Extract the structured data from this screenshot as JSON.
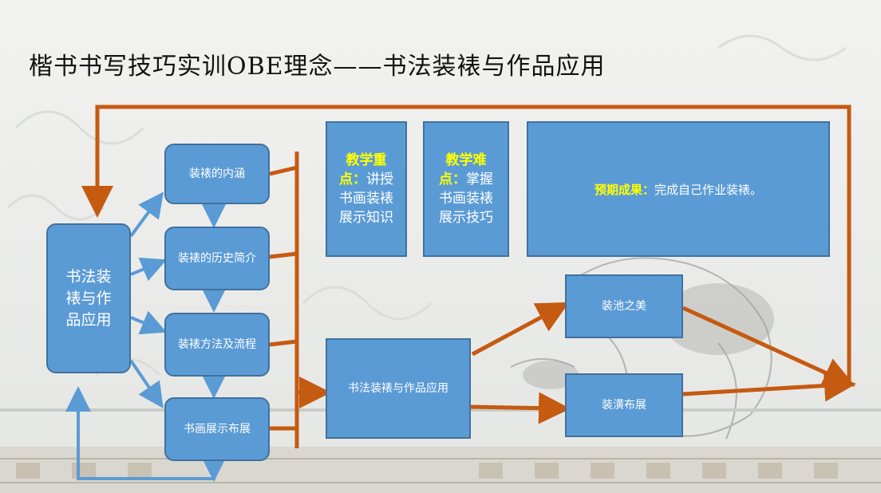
{
  "title": "楷书书写技巧实训OBE理念——书法装裱与作品应用",
  "center_node": "书法装\n裱与作\n品应用",
  "steps": [
    "装裱的内涵",
    "装裱的历史简介",
    "装裱方法及流程",
    "书画展示布展"
  ],
  "middle_node": "书法装裱与作品应用",
  "outcomes": [
    "装池之美",
    "装潢布展"
  ],
  "key_point": {
    "label": "教学重点：",
    "text": "讲授书画装裱展示知识"
  },
  "difficult_point": {
    "label": "教学难点：",
    "text": "掌握书画装裱展示技巧"
  },
  "expected_result": {
    "label": "预期成果：",
    "text": "完成自己作业装裱。"
  },
  "colors": {
    "box_fill": "#5b9bd5",
    "box_border": "#41719c",
    "arrow_orange": "#c55a11",
    "arrow_blue": "#5b9bd5",
    "highlight": "#ffff00"
  }
}
